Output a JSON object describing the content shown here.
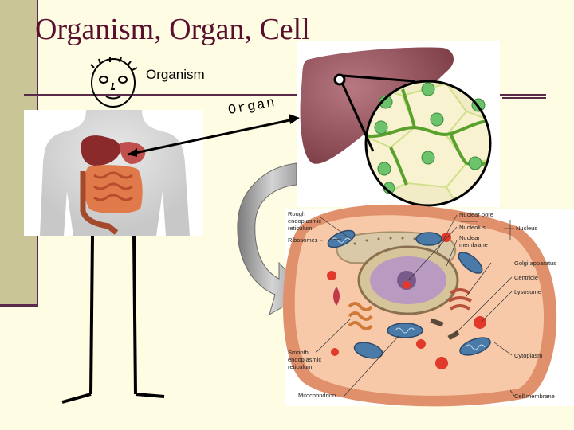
{
  "slide": {
    "title": "Organism, Organ, Cell",
    "organism_label": "Organism",
    "organ_label": "Organ"
  },
  "cell_labels": {
    "rough_er": [
      "Rough",
      "endoplasmic",
      "reticulum"
    ],
    "ribosomes": "Ribosomes",
    "smooth_er": [
      "Smooth",
      "endoplasmic",
      "reticulum"
    ],
    "mitochondrion": "Mitochondrion",
    "nuclear_pore": "Nuclear pore",
    "nucleolus": "Nucleolus",
    "nuclear_membrane": [
      "Nuclear",
      "membrane"
    ],
    "nucleus": "Nucleus",
    "golgi": "Golgi apparatus",
    "centriole": "Centriole",
    "lysosome": "Lysosome",
    "cytoplasm": "Cytoplasm",
    "cell_membrane": "Cell membrane"
  },
  "colors": {
    "title": "#5a0f2e",
    "sidebar": "#c9c596",
    "liver": "#9b5a62",
    "cell_tissue": "#f2ecc6",
    "cell_wall": "#5aa02c",
    "nucleus": "#6cc36c",
    "cell_body": "#f7c9a8",
    "cell_rim": "#e0906a"
  }
}
